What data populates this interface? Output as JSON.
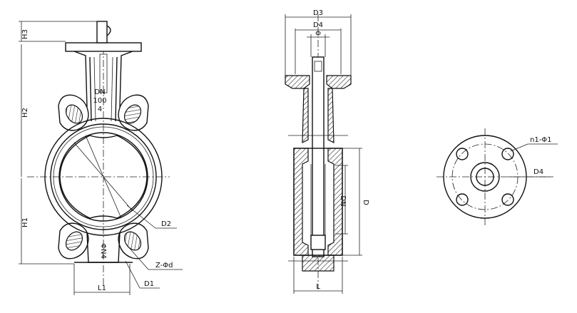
{
  "labels": {
    "h3": "H3",
    "h2": "H2",
    "h1": "H1",
    "dn_100": "DN\n100",
    "dn_line1": "DN",
    "dn_line2": "100",
    "dn_line3": "4",
    "d2": "D2",
    "z_phi_d": "Z-Φd",
    "d1": "D1",
    "l1": "L1",
    "d3": "D3",
    "d4_side": "D4",
    "phi": "Φ",
    "dn_side": "DN",
    "d": "D",
    "l": "L",
    "n1_phi1": "n1-Φ1",
    "d4_top": "D4",
    "body_mark": "ΦN4"
  }
}
